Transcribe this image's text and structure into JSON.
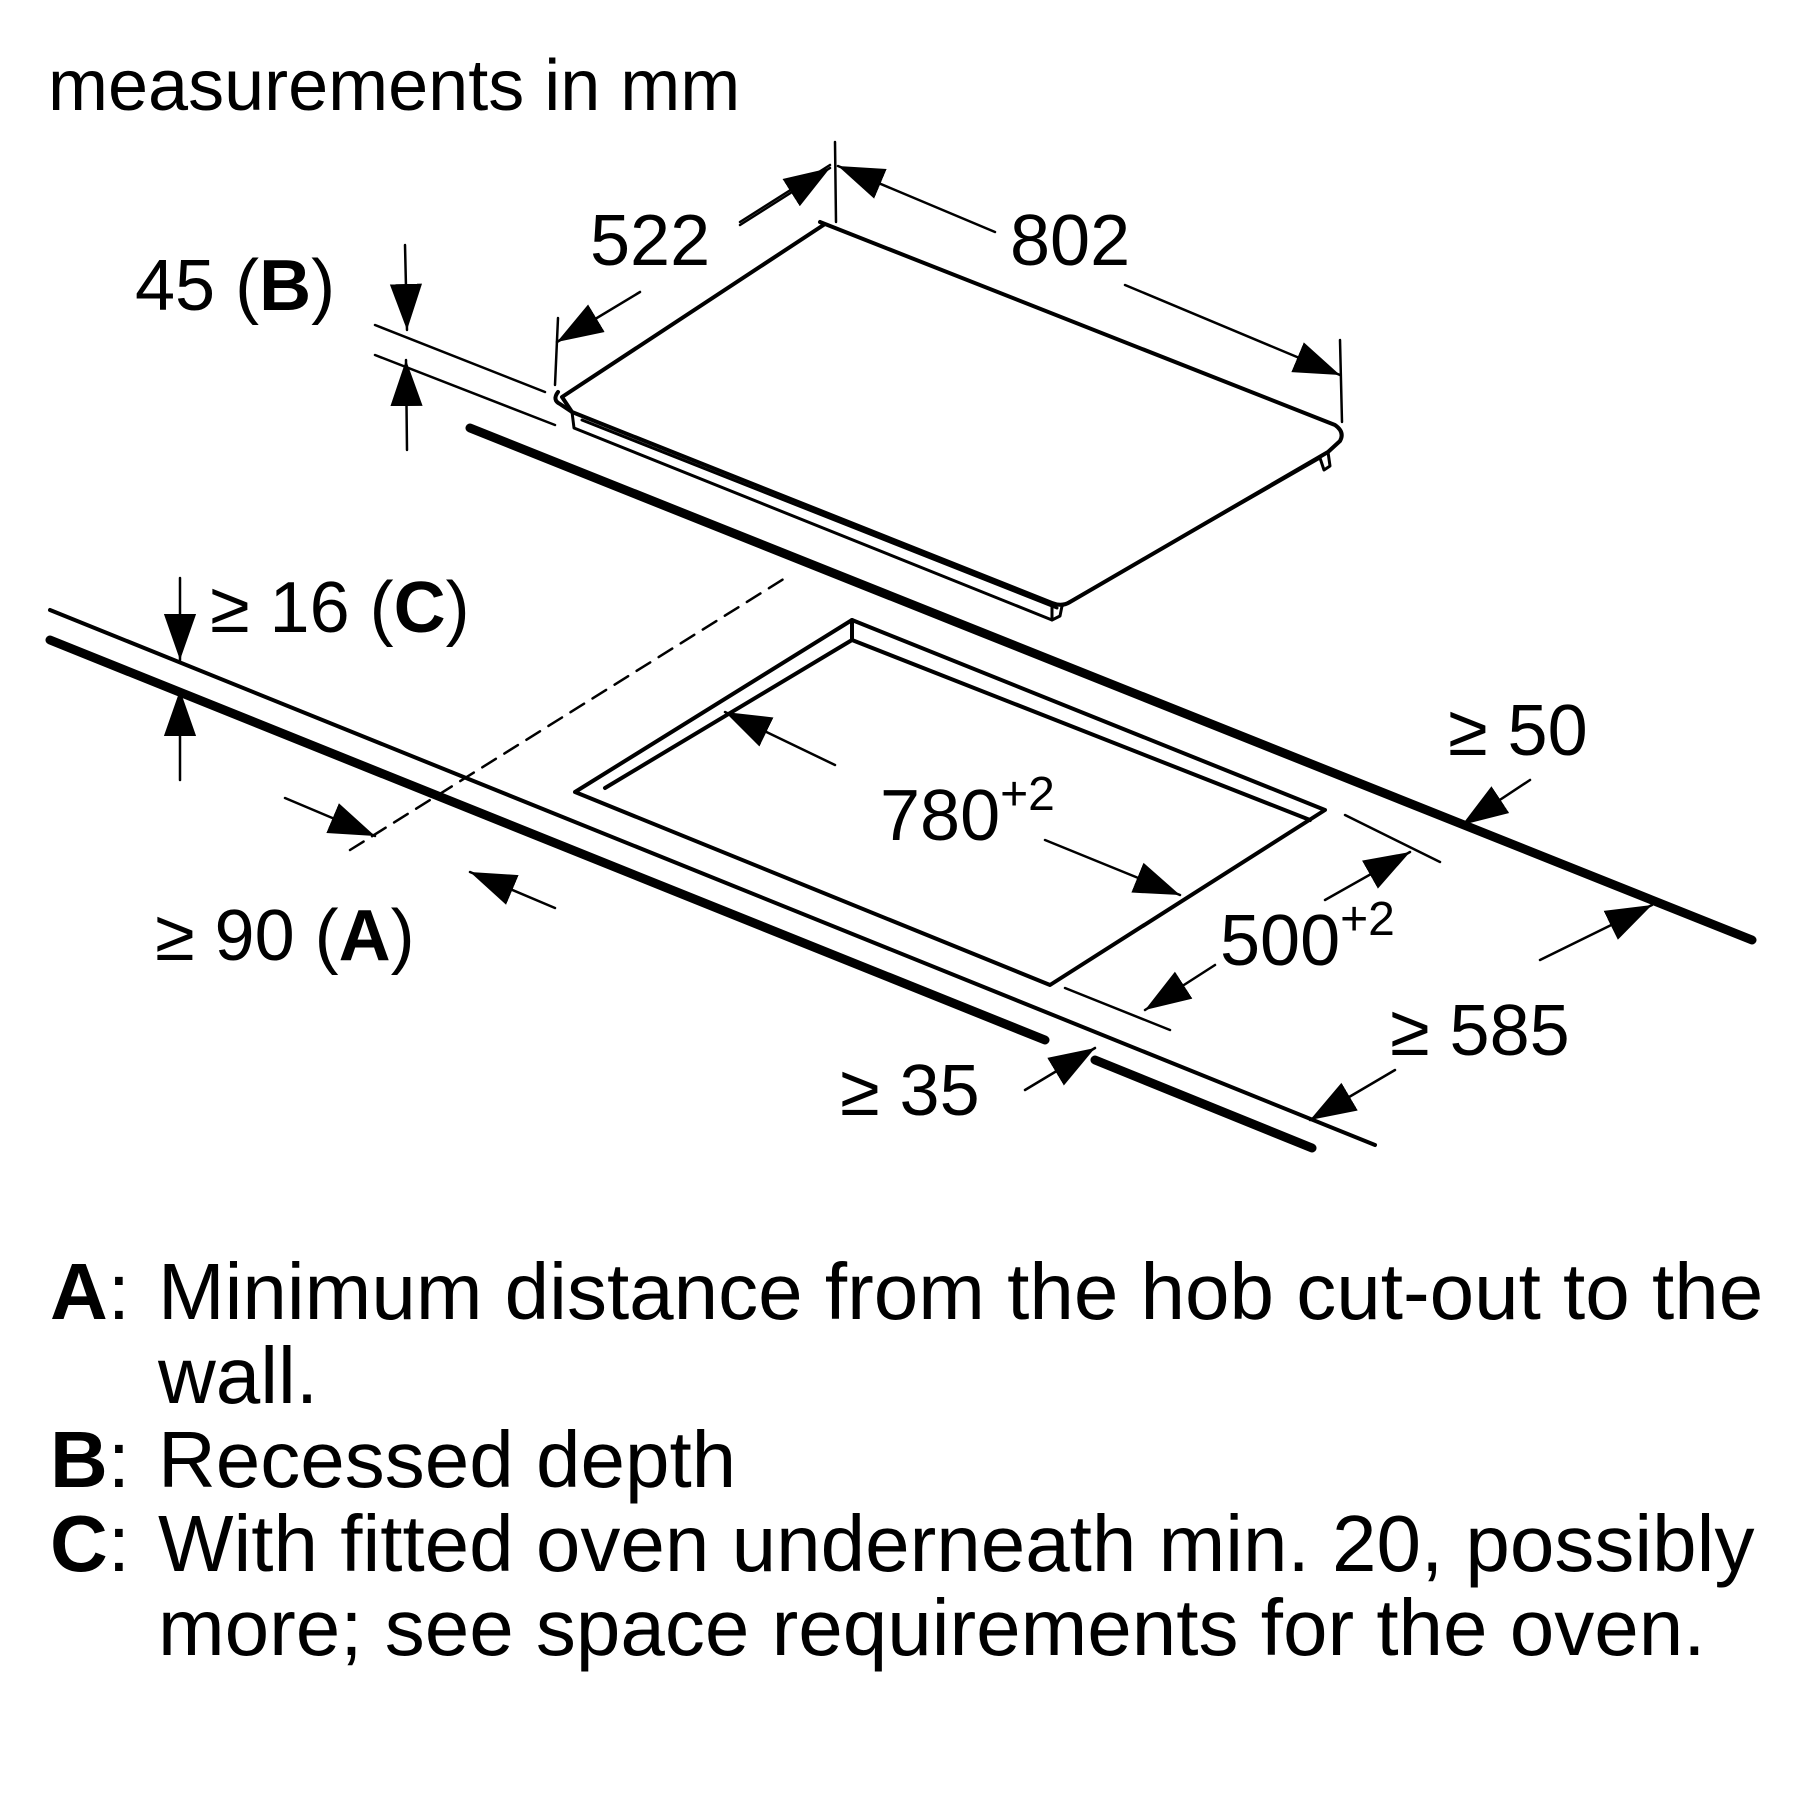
{
  "header": "measurements in mm",
  "dimensions": {
    "depth": "522",
    "width": "802",
    "recessed_value": "45 (",
    "recessed_ref": "B",
    "recessed_close": ")",
    "oven_value": "≥ 16 (",
    "oven_ref": "C",
    "oven_close": ")",
    "cutout_width": "780",
    "cutout_width_tol": "+2",
    "cutout_depth": "500",
    "cutout_depth_tol": "+2",
    "back_clearance": "≥ 50",
    "wall_value": "≥ 90 (",
    "wall_ref": "A",
    "wall_close": ")",
    "front_edge": "≥ 35",
    "worktop_depth": "≥ 585"
  },
  "legend": [
    {
      "key": "A",
      "sep": ":",
      "text": "Minimum distance from the hob cut-out to the wall."
    },
    {
      "key": "B",
      "sep": ":",
      "text": "Recessed depth"
    },
    {
      "key": "C",
      "sep": ":",
      "text": "With fitted oven underneath min. 20, possibly more; see space requirements for the oven."
    }
  ]
}
